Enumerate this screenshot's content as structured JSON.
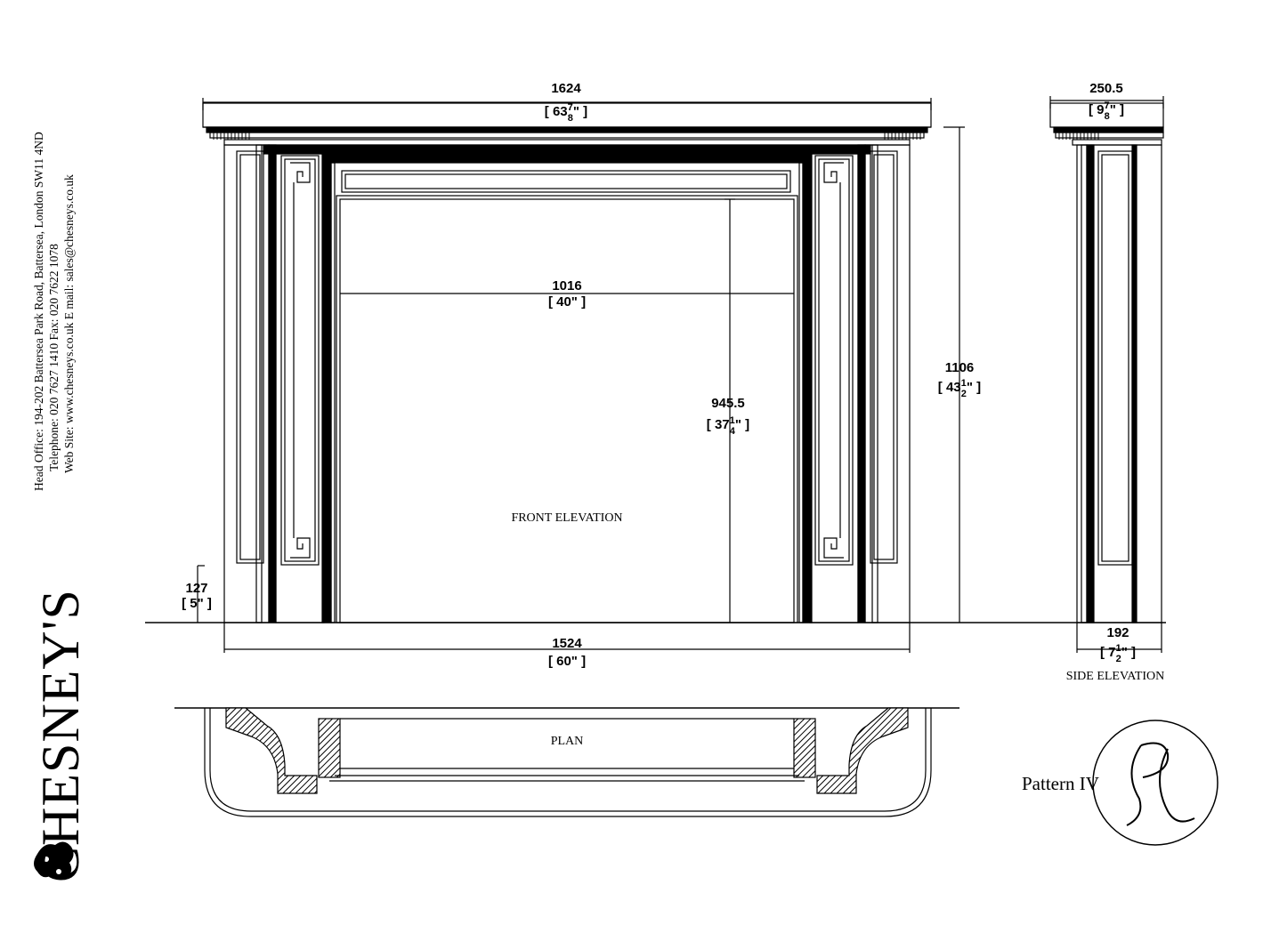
{
  "company": {
    "brand": "CHESNEY'S",
    "address_line": "Head Office: 194-202 Battersea Park Road, Battersea, London SW11 4ND",
    "phone_line": "Telephone: 020 7627 1410 Fax: 020 7622 1078",
    "web_line": "Web Site: www.chesneys.co.uk   E mail: sales@chesneys.co.uk"
  },
  "views": {
    "front": "FRONT ELEVATION",
    "side": "SIDE ELEVATION",
    "plan": "PLAN"
  },
  "pattern": "Pattern IV",
  "monogram": "PL",
  "dimensions": {
    "overall_width": {
      "mm": "1624",
      "inch": "[ 63",
      "frac_num": "7",
      "frac_den": "8",
      "close": "\" ]"
    },
    "opening_width": {
      "mm": "1016",
      "inch": "[ 40\" ]"
    },
    "opening_height": {
      "mm": "945.5",
      "inch": "[ 37",
      "frac_num": "1",
      "frac_den": "4",
      "close": "\" ]"
    },
    "overall_height": {
      "mm": "1106",
      "inch": "[ 43",
      "frac_num": "1",
      "frac_den": "2",
      "close": "\" ]"
    },
    "plinth_height": {
      "mm": "127",
      "inch": "[ 5\" ]"
    },
    "base_width": {
      "mm": "1524",
      "inch": "[ 60\" ]"
    },
    "shelf_depth": {
      "mm": "250.5",
      "inch": "[ 9",
      "frac_num": "7",
      "frac_den": "8",
      "close": "\" ]"
    },
    "leg_depth": {
      "mm": "192",
      "inch": "[ 7",
      "frac_num": "1",
      "frac_den": "2",
      "close": "\" ]"
    }
  }
}
